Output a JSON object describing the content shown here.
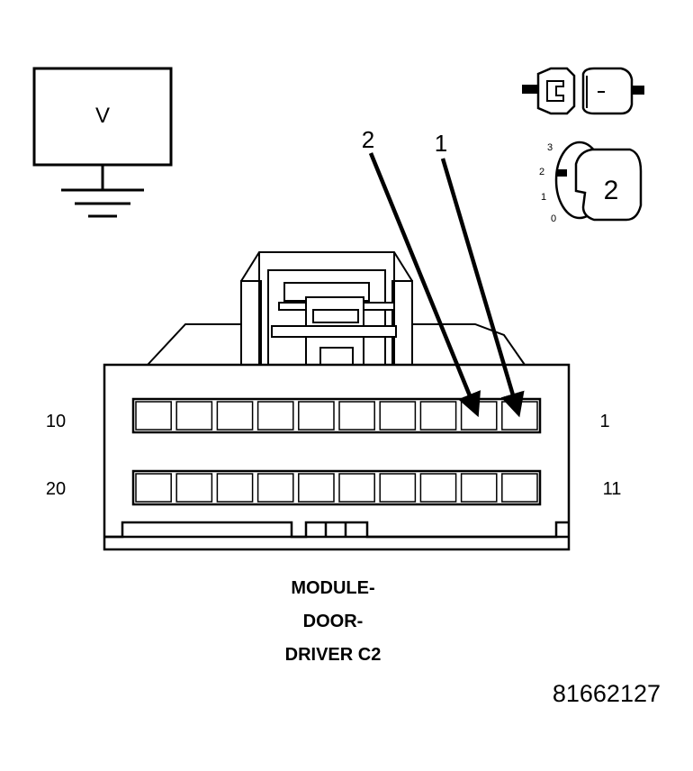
{
  "meter": {
    "symbol": "V"
  },
  "switch": {
    "positions": [
      "3",
      "2",
      "1",
      "0"
    ],
    "selected": "2"
  },
  "arrows": [
    {
      "label": "2",
      "target_pin": 2
    },
    {
      "label": "1",
      "target_pin": 1
    }
  ],
  "connector": {
    "top_row": {
      "left_label": "10",
      "right_label": "1"
    },
    "bottom_row": {
      "left_label": "20",
      "right_label": "11"
    }
  },
  "caption": {
    "line1": "MODULE-",
    "line2": "DOOR-",
    "line3": "DRIVER C2"
  },
  "figure_number": "81662127"
}
